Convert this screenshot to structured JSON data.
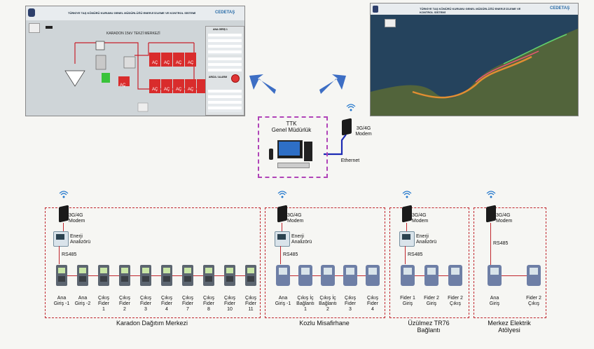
{
  "left_screenshot": {
    "header": "TÜRKİYE TAŞ KÖMÜRÜ KURUMU GENEL MÜDÜRLÜĞÜ ENERJİ İZLEME VE KONTROL SİSTEMİ",
    "logo_text": "CEDETAŞ",
    "center_title": "KARADON 15kV TEKZİ MERKEZİ",
    "breaker_label": "AÇ",
    "right_panel": {
      "header": "ANA GİRİŞ 1",
      "alarm_label": "ARIZA / ALARM"
    }
  },
  "right_screenshot": {
    "header": "TÜRKİYE TAŞ KÖMÜRÜ KURUMU GENEL MÜDÜRLÜĞÜ ENERJİ İZLEME VE KONTROL SİSTEMİ",
    "logo_text": "CEDETAŞ"
  },
  "center": {
    "ttk_label_line1": "TTK",
    "ttk_label_line2": "Genel Müdürlük",
    "modem_line1": "3G/4G",
    "modem_line2": "Modem",
    "ethernet": "Ethernet"
  },
  "sites": [
    {
      "name": "Karadon Dağıtım Merkezi",
      "modem_line1": "3G/4G",
      "modem_line2": "Modem",
      "analyzer_line1": "Enerji",
      "analyzer_line2": "Analizörü",
      "bus": "RS485",
      "devices": [
        [
          "Ana",
          "Giriş -1"
        ],
        [
          "Ana",
          "Giriş -2"
        ],
        [
          "Çıkış",
          "Fider",
          "1"
        ],
        [
          "Çıkış",
          "Fider",
          "2"
        ],
        [
          "Çıkış",
          "Fider",
          "3"
        ],
        [
          "Çıkış",
          "Fider",
          "4"
        ],
        [
          "Çıkış",
          "Fider",
          "7"
        ],
        [
          "Çıkış",
          "Fider",
          "8"
        ],
        [
          "Çıkış",
          "Fider",
          "10"
        ],
        [
          "Çıkış",
          "Fider",
          "11"
        ]
      ]
    },
    {
      "name": "Kozlu Misafirhane",
      "modem_line1": "3G/4G",
      "modem_line2": "Modem",
      "analyzer_line1": "Enerji",
      "analyzer_line2": "Analizörü",
      "bus": "RS485",
      "devices": [
        [
          "Ana",
          "Giriş -1"
        ],
        [
          "Çıkış İç",
          "Bağlantı",
          "1"
        ],
        [
          "Çıkış İç",
          "Bağlantı",
          "2"
        ],
        [
          "Çıkış",
          "Fider",
          "3"
        ],
        [
          "Çıkış",
          "Fider",
          "4"
        ]
      ]
    },
    {
      "name": "Üzülmez TR76 Bağlantı",
      "name_line1": "Üzülmez TR76",
      "name_line2": "Bağlantı",
      "modem_line1": "3G/4G",
      "modem_line2": "Modem",
      "analyzer_line1": "Enerji",
      "analyzer_line2": "Analizörü",
      "bus": "RS485",
      "devices": [
        [
          "Fider 1",
          "Giriş"
        ],
        [
          "Fider 2",
          "Giriş"
        ],
        [
          "Fider 2",
          "Çıkış"
        ]
      ]
    },
    {
      "name": "Merkez Elektrik Atölyesi",
      "name_line1": "Merkez Elektrik",
      "name_line2": "Atölyesi",
      "modem_line1": "3G/4G",
      "modem_line2": "Modem",
      "bus": "RS485",
      "devices": [
        [
          "Ana",
          "Giriş"
        ],
        [
          "Fider 2",
          "Çıkış"
        ]
      ]
    }
  ]
}
